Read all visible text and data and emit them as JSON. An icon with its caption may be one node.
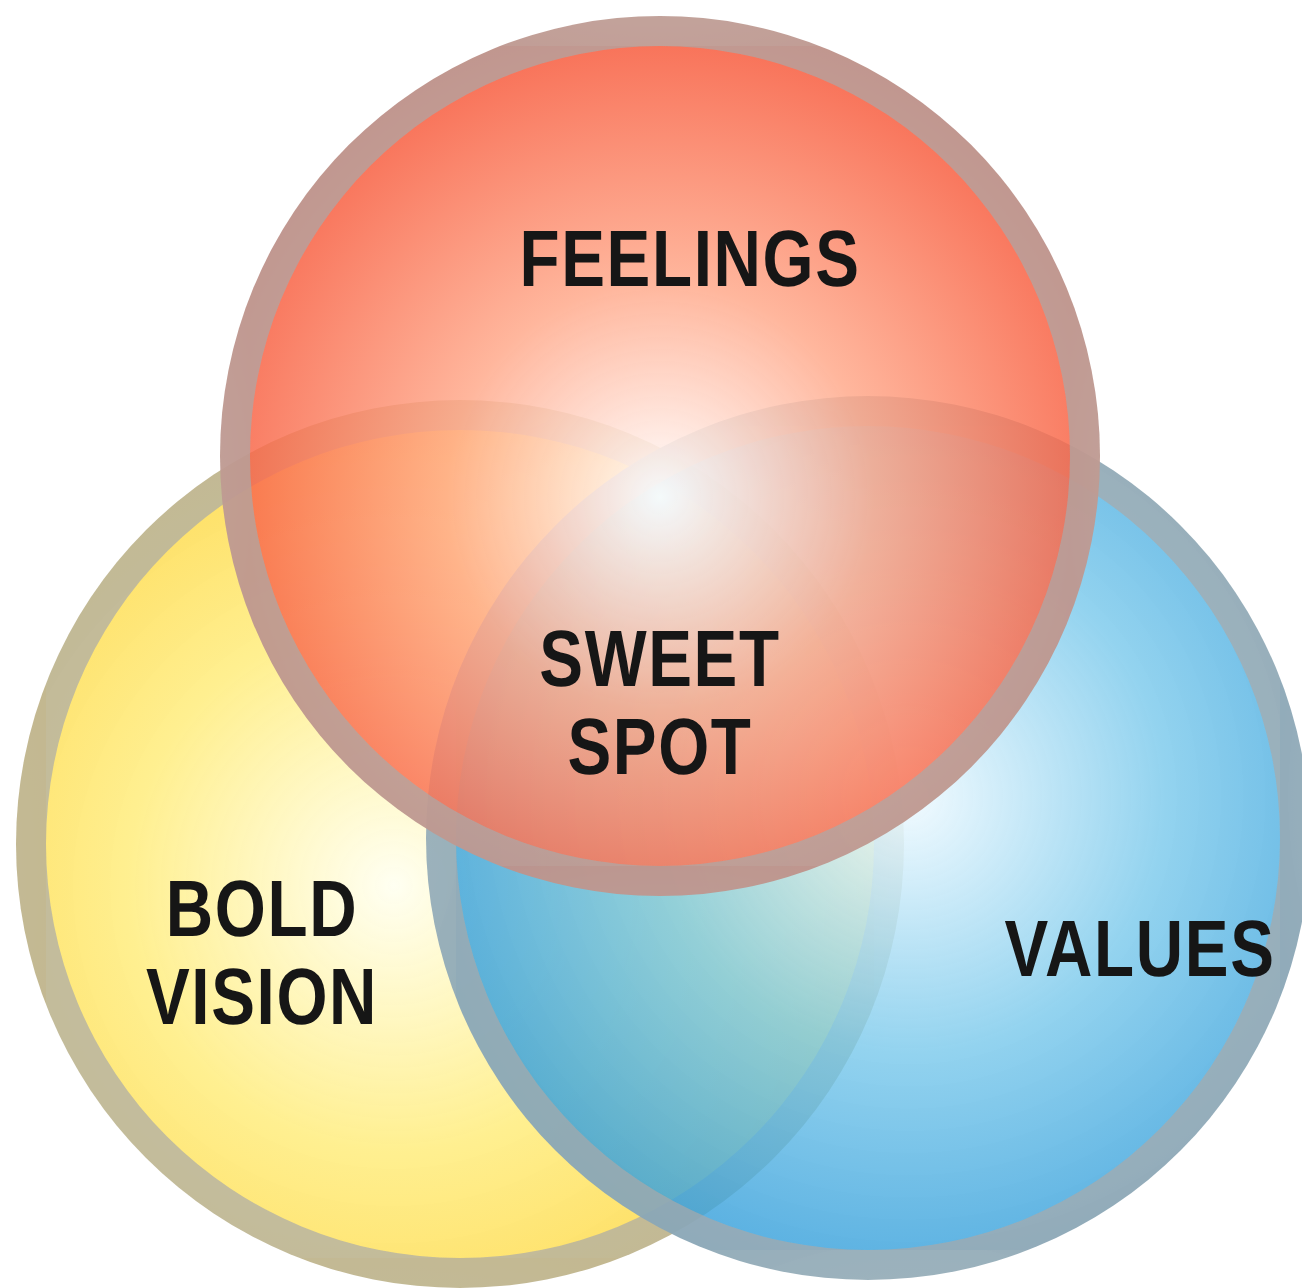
{
  "diagram": {
    "nodes": [
      {
        "text": [
          "FEELINGS"
        ]
      },
      {
        "text": [
          "BOLD VISION"
        ]
      },
      {
        "text": [
          "VALUES"
        ]
      },
      {
        "text": [
          "SWEET SPOT"
        ]
      }
    ]
  }
}
